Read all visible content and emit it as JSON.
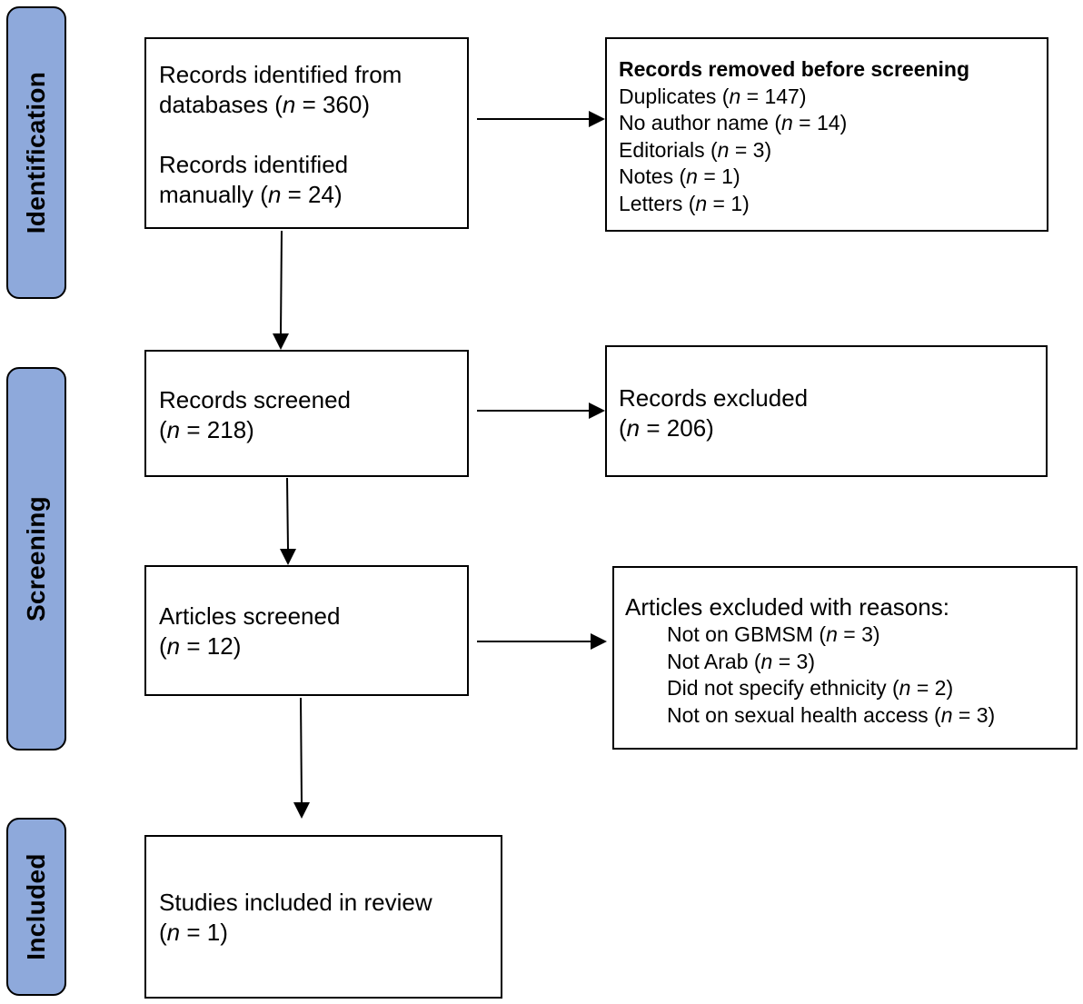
{
  "phases": {
    "identification": "Identification",
    "screening": "Screening",
    "included": "Included"
  },
  "phase_color": "#8ea9db",
  "boxes": {
    "identified": {
      "line1": "Records identified from",
      "line2_pre": "databases (",
      "n": "n",
      "line2_post": " = 360)",
      "line3": "Records identified",
      "line4_pre": "manually (",
      "line4_post": " = 24)"
    },
    "removed": {
      "title": "Records removed before screening",
      "items": [
        {
          "pre": "Duplicates (",
          "post": " = 147)"
        },
        {
          "pre": "No author name (",
          "post": " = 14)"
        },
        {
          "pre": "Editorials (",
          "post": " = 3)"
        },
        {
          "pre": "Notes (",
          "post": " = 1)"
        },
        {
          "pre": "Letters (",
          "post": " = 1)"
        }
      ]
    },
    "screened": {
      "line1": "Records screened",
      "line2_pre": "(",
      "line2_post": " = 218)"
    },
    "excluded": {
      "line1": "Records excluded",
      "line2_pre": "(",
      "line2_post": " = 206)"
    },
    "articles": {
      "line1": "Articles screened",
      "line2_pre": "(",
      "line2_post": " = 12)"
    },
    "articles_excluded": {
      "title": "Articles excluded with reasons:",
      "items": [
        {
          "pre": "Not on GBMSM (",
          "post": " = 3)"
        },
        {
          "pre": "Not Arab (",
          "post": " = 3)"
        },
        {
          "pre": "Did not specify ethnicity (",
          "post": " = 2)"
        },
        {
          "pre": "Not on sexual health access (",
          "post": " = 3)"
        }
      ]
    },
    "included": {
      "line1": "Studies included in review",
      "line2_pre": "(",
      "line2_post": " = 1)"
    }
  }
}
